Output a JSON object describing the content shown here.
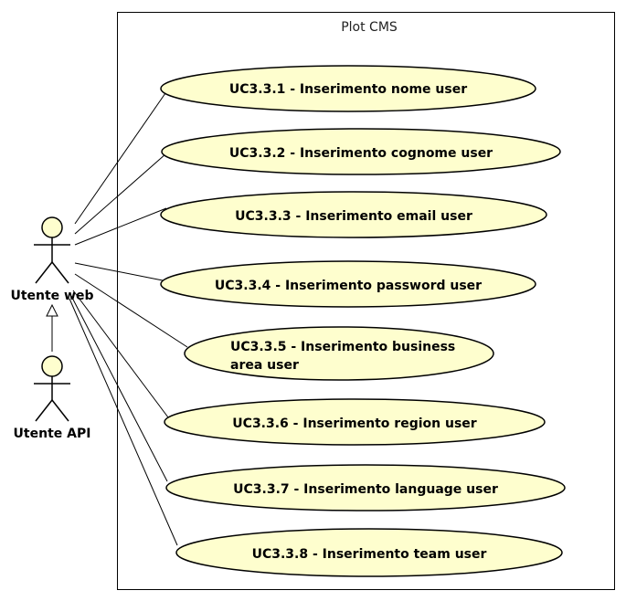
{
  "system": {
    "title": "Plot CMS"
  },
  "actors": {
    "web": {
      "label": "Utente web"
    },
    "api": {
      "label": "Utente API"
    }
  },
  "use_cases": [
    {
      "lines": [
        "UC3.3.1 - Inserimento nome user"
      ]
    },
    {
      "lines": [
        "UC3.3.2 - Inserimento cognome user"
      ]
    },
    {
      "lines": [
        "UC3.3.3 - Inserimento email user"
      ]
    },
    {
      "lines": [
        "UC3.3.4 - Inserimento password user"
      ]
    },
    {
      "lines": [
        "UC3.3.5 - Inserimento business",
        "area user"
      ]
    },
    {
      "lines": [
        "UC3.3.6 - Inserimento region user"
      ]
    },
    {
      "lines": [
        "UC3.3.7 - Inserimento language user"
      ]
    },
    {
      "lines": [
        "UC3.3.8 - Inserimento team user"
      ]
    }
  ],
  "colors": {
    "use_case_fill": "#fefece",
    "stroke": "#000000"
  }
}
